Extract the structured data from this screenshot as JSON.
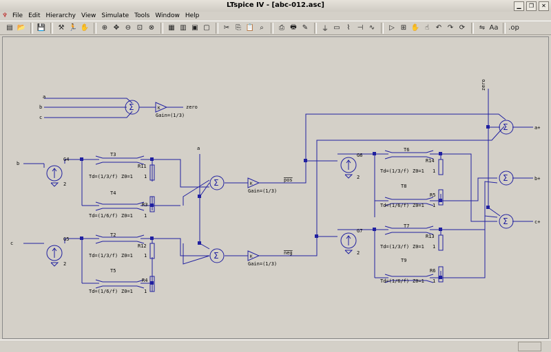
{
  "window": {
    "title": "LTspice IV - [abc-012.asc]"
  },
  "menu": [
    "File",
    "Edit",
    "Hierarchy",
    "View",
    "Simulate",
    "Tools",
    "Window",
    "Help"
  ],
  "toolbar_icons": [
    "new-schematic",
    "open",
    "save",
    "control-panel",
    "run",
    "halt",
    "zoom-in",
    "pan",
    "zoom-out",
    "zoom-full",
    "cancel",
    "pick-visible-traces",
    "tile",
    "cascade",
    "close-windows",
    "cut",
    "copy",
    "paste",
    "find",
    "print-setup",
    "print",
    "draw-wire",
    "ground",
    "label",
    "resistor",
    "capacitor",
    "inductor",
    "diode",
    "component",
    "move",
    "drag",
    "undo",
    "redo",
    "rotate",
    "mirror",
    "text",
    "spice-directive"
  ],
  "schematic": {
    "inputs": [
      "a",
      "b",
      "c",
      "b",
      "c"
    ],
    "sources": [
      "G4",
      "G5",
      "G6",
      "G7"
    ],
    "lines": [
      {
        "name": "T3",
        "td": "Td=(1/3/f)",
        "z": "Z0=1"
      },
      {
        "name": "T4",
        "td": "Td=(1/6/f)",
        "z": "Z0=1"
      },
      {
        "name": "T2",
        "td": "Td=(1/3/f)",
        "z": "Z0=1"
      },
      {
        "name": "T5",
        "td": "Td=(1/6/f)",
        "z": "Z0=1"
      },
      {
        "name": "T6",
        "td": "Td=(1/3/f)",
        "z": "Z0=1"
      },
      {
        "name": "T8",
        "td": "Td=(1/6/f)",
        "z": "Z0=1"
      },
      {
        "name": "T7",
        "td": "Td=(1/3/f)",
        "z": "Z0=1"
      },
      {
        "name": "T9",
        "td": "Td=(1/6/f)",
        "z": "Z0=1"
      }
    ],
    "resistors": [
      "R11",
      "R3",
      "R12",
      "R4",
      "R14",
      "R5",
      "R13",
      "R6"
    ],
    "resistor_value": "1",
    "gains": [
      "Gain=(1/3)",
      "Gain=(1/3)",
      "Gain=(1/3)"
    ],
    "gain_symbol": "K",
    "nets": {
      "zero_out": "zero",
      "zero_in": "zero",
      "pos": "pos",
      "neg": "neg",
      "a_out": "a+",
      "b_out": "b+",
      "c_out": "c+",
      "node": "a"
    },
    "source_value": "2"
  }
}
